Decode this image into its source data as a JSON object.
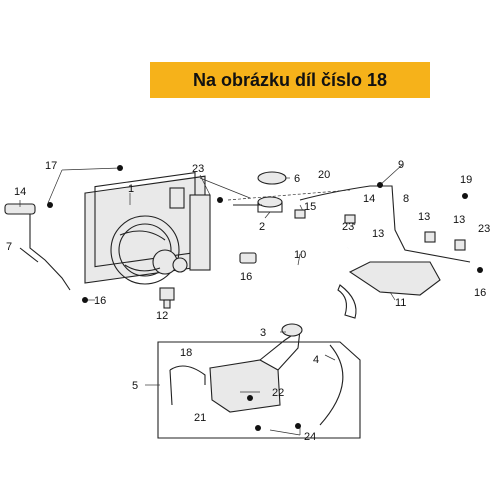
{
  "banner": {
    "text": "Na obrázku díl číslo 18",
    "color": "#f6b21a"
  },
  "labels": [
    "1",
    "2",
    "3",
    "4",
    "5",
    "6",
    "7",
    "8",
    "9",
    "10",
    "11",
    "12",
    "13",
    "13",
    "13",
    "14",
    "14",
    "15",
    "16",
    "16",
    "16",
    "17",
    "18",
    "19",
    "20",
    "21",
    "22",
    "23",
    "23",
    "23",
    "24"
  ]
}
